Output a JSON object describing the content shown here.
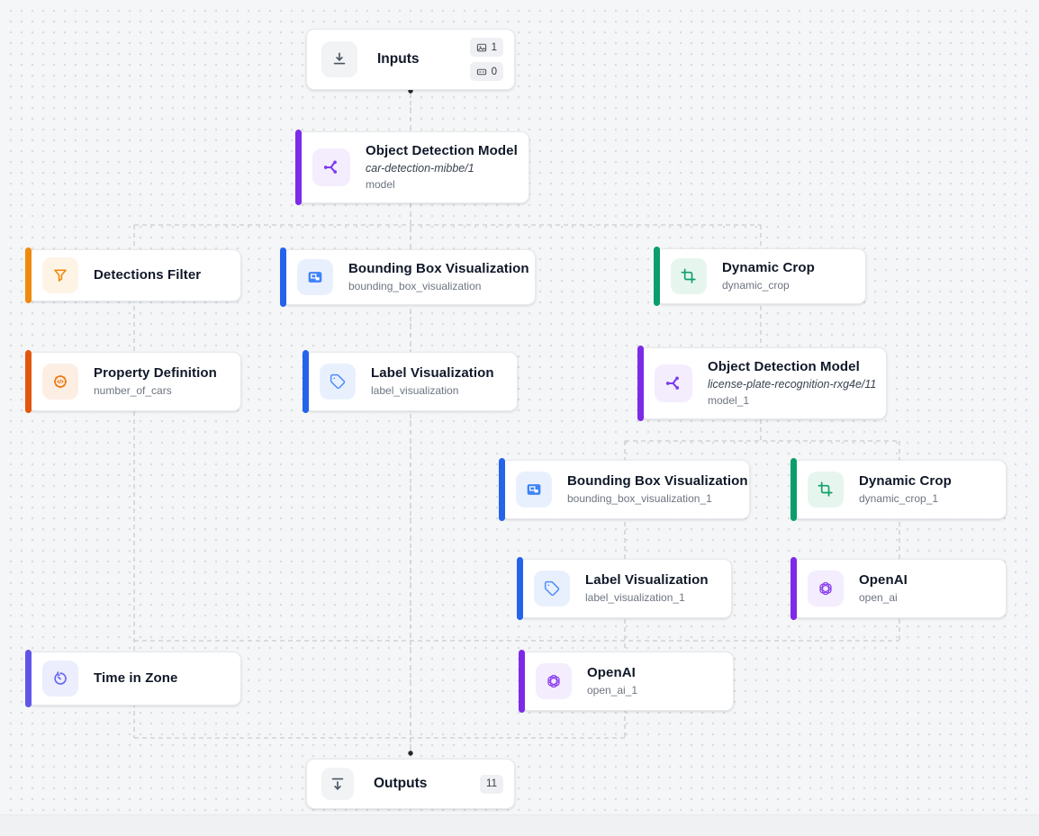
{
  "app": "workflow-editor-canvas",
  "inputs_node": {
    "title": "Inputs",
    "image_inputs_count": "1",
    "parameter_inputs_count": "0"
  },
  "outputs_node": {
    "title": "Outputs",
    "outputs_count": "11"
  },
  "nodes": {
    "model_car": {
      "title": "Object Detection Model",
      "model_id": "car-detection-mibbe/1",
      "name": "model"
    },
    "detections_filter": {
      "title": "Detections Filter"
    },
    "bbox_viz": {
      "title": "Bounding Box Visualization",
      "name": "bounding_box_visualization"
    },
    "dynamic_crop": {
      "title": "Dynamic Crop",
      "name": "dynamic_crop"
    },
    "property_definition": {
      "title": "Property Definition",
      "name": "number_of_cars"
    },
    "label_viz": {
      "title": "Label Visualization",
      "name": "label_visualization"
    },
    "model_license": {
      "title": "Object Detection Model",
      "model_id": "license-plate-recognition-rxg4e/11",
      "name": "model_1"
    },
    "bbox_viz_1": {
      "title": "Bounding Box Visualization",
      "name": "bounding_box_visualization_1"
    },
    "dynamic_crop_1": {
      "title": "Dynamic Crop",
      "name": "dynamic_crop_1"
    },
    "label_viz_1": {
      "title": "Label Visualization",
      "name": "label_visualization_1"
    },
    "open_ai": {
      "title": "OpenAI",
      "name": "open_ai"
    },
    "time_in_zone": {
      "title": "Time in Zone"
    },
    "open_ai_1": {
      "title": "OpenAI",
      "name": "open_ai_1"
    }
  },
  "colors": {
    "accent_purple": "#7d2ae8",
    "accent_blue": "#2563eb",
    "accent_green": "#0b9e6b",
    "accent_orange": "#ee8b0f",
    "accent_vermilion": "#e2570e",
    "accent_indigo": "#6154e8",
    "connector_gray": "#c7ccd2",
    "canvas_bg": "#f5f6f7",
    "grid_dot": "#d9dce1"
  }
}
